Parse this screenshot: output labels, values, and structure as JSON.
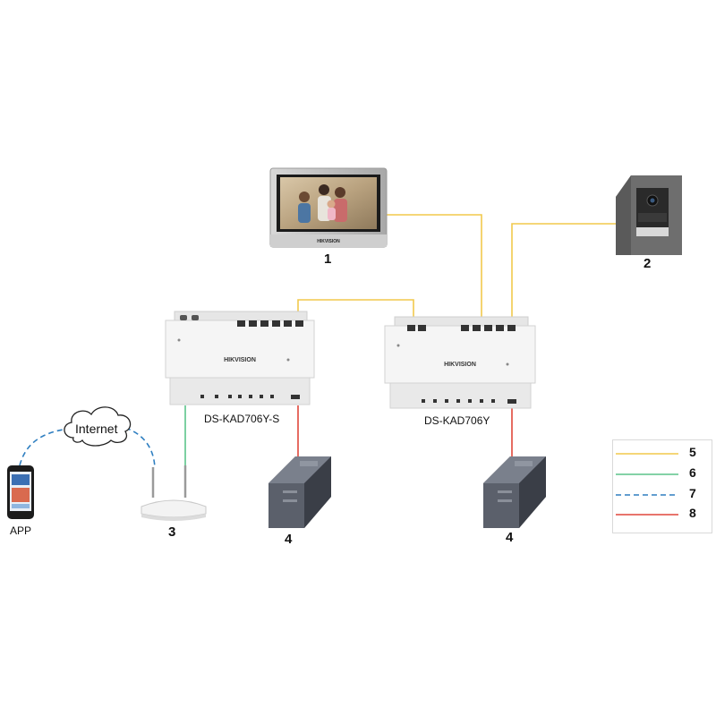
{
  "devices": {
    "monitor": {
      "number": "1",
      "logo": "HIKVISION"
    },
    "door_station": {
      "number": "2"
    },
    "router": {
      "number": "3"
    },
    "psu_left": {
      "number": "4"
    },
    "psu_right": {
      "number": "4"
    },
    "distributor_left": {
      "model": "DS-KAD706Y-S",
      "logo": "HIKVISION"
    },
    "distributor_right": {
      "model": "DS-KAD706Y",
      "logo": "HIKVISION"
    },
    "phone": {
      "label": "APP"
    },
    "cloud": {
      "label": "Internet"
    }
  },
  "legend": [
    {
      "number": "5",
      "color": "#f2c94c",
      "style": "solid"
    },
    {
      "number": "6",
      "color": "#5cc48a",
      "style": "solid"
    },
    {
      "number": "7",
      "color": "#2f7fc1",
      "style": "dashed"
    },
    {
      "number": "8",
      "color": "#e0473b",
      "style": "solid"
    }
  ],
  "colors": {
    "two_wire": "#f2c94c",
    "network": "#5cc48a",
    "wireless": "#2f7fc1",
    "power": "#e0473b"
  }
}
